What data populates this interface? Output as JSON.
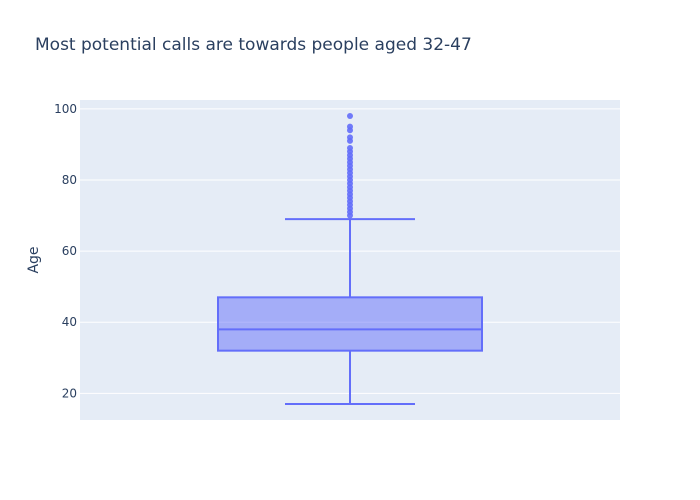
{
  "chart_data": {
    "type": "box",
    "title": "Most potential calls are towards people aged 32-47",
    "xlabel": "",
    "ylabel": "Age",
    "ylim": [
      12.5,
      102.5
    ],
    "yticks": [
      20,
      40,
      60,
      80,
      100
    ],
    "grid": true,
    "series": [
      {
        "lower_fence": 17,
        "q1": 32,
        "median": 38,
        "q3": 47,
        "upper_fence": 69,
        "outliers": [
          70,
          71,
          72,
          73,
          74,
          75,
          76,
          77,
          78,
          79,
          80,
          81,
          82,
          83,
          84,
          85,
          86,
          87,
          88,
          89,
          91,
          92,
          94,
          95,
          98
        ]
      }
    ],
    "colors": {
      "plot_bg": "#e5ecf6",
      "grid": "#ffffff",
      "box_line": "#636efa",
      "box_fill": "rgba(99,110,250,0.5)",
      "text": "#2a3f5f"
    }
  }
}
